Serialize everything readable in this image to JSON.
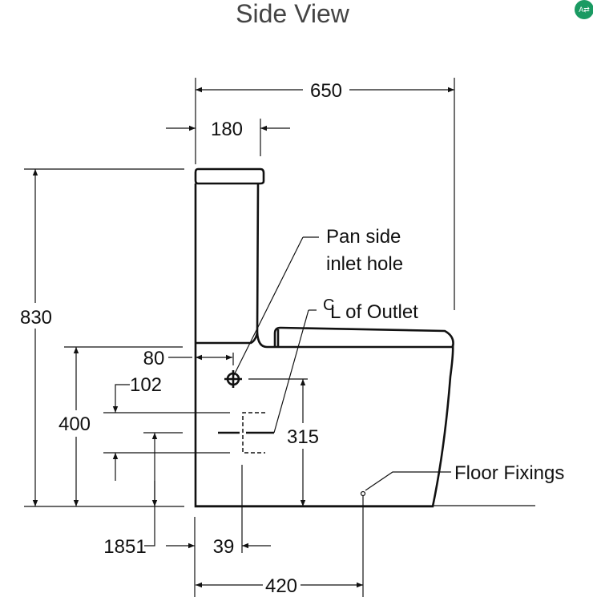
{
  "title": "Side View",
  "dimensions": {
    "overall_length": "650",
    "tank_depth": "180",
    "overall_height": "830",
    "pan_height": "400",
    "inlet_offset": "80",
    "outlet_top": "102",
    "outlet_height": "1851",
    "outlet_offset": "39",
    "inlet_height": "315",
    "fixings_distance": "420"
  },
  "labels": {
    "pan_inlet_line1": "Pan side",
    "pan_inlet_line2": "inlet hole",
    "centerline_symbol": "C",
    "outlet": "L of Outlet",
    "floor_fixings": "Floor Fixings"
  },
  "icons": {
    "translate": "translate-icon"
  },
  "colors": {
    "badge": "#1a9a62"
  }
}
